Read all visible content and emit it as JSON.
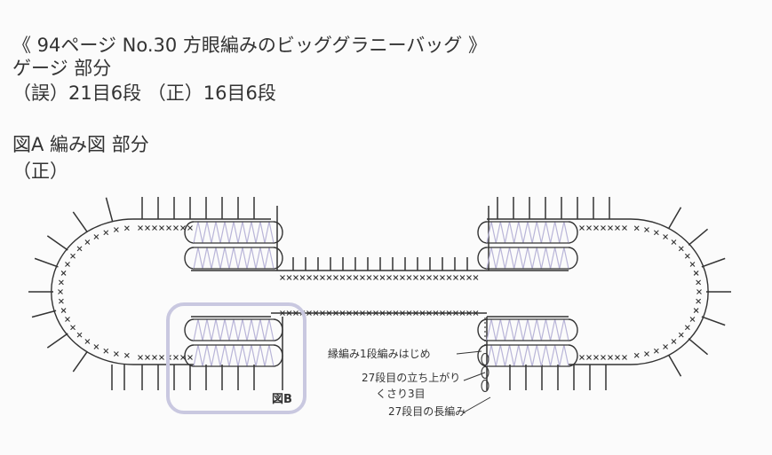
{
  "header": {
    "title": "《 94ページ No.30 方眼編みのビッググラニーバッグ 》",
    "gauge_label": "ゲージ 部分",
    "correction": "（誤）21目6段 （正）16目6段"
  },
  "figure": {
    "title": "図A 編み図 部分",
    "status": "（正）",
    "figure_b_label": "図B",
    "callouts": [
      "縁編み1段編みはじめ",
      "27段目の立ち上がり",
      "くさり3目",
      "27段目の長編み"
    ]
  },
  "colors": {
    "stitch_line": "#333333",
    "mesh_lavender": "#b9b5d8",
    "figure_b_box": "#c9c8e0"
  }
}
